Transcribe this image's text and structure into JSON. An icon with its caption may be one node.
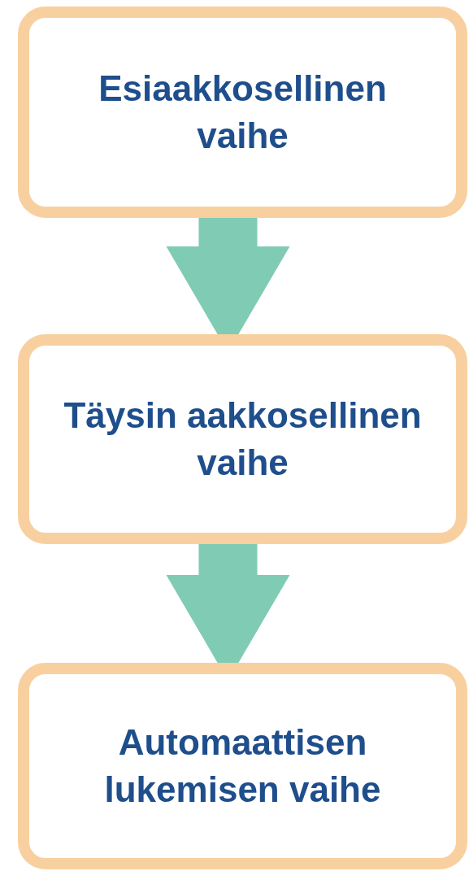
{
  "diagram": {
    "nodes": [
      {
        "text": [
          "Esiaakkosellinen vaihe"
        ]
      },
      {
        "text": [
          "Täysin aakkosellinen vaihe"
        ]
      },
      {
        "text": [
          "Automaattisen lukemisen vaihe"
        ]
      }
    ],
    "edges": [
      {
        "from": 0,
        "to": 1,
        "arrow": "to"
      },
      {
        "from": 1,
        "to": 2,
        "arrow": "to"
      }
    ]
  }
}
